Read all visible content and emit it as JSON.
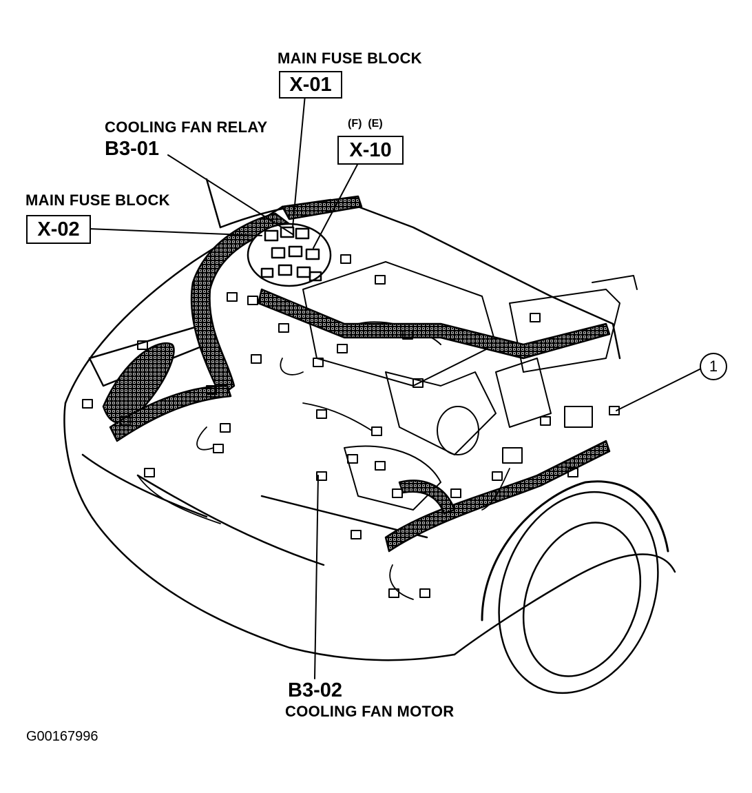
{
  "labels": {
    "main_fuse_block_top": "MAIN FUSE BLOCK",
    "x01": "X-01",
    "cooling_fan_relay": "COOLING FAN RELAY",
    "b301": "B3-01",
    "fe": "(F)  (E)",
    "x10": "X-10",
    "main_fuse_block_left": "MAIN FUSE BLOCK",
    "x02": "X-02",
    "callout_1": "1",
    "b302": "B3-02",
    "cooling_fan_motor": "COOLING FAN MOTOR",
    "figure_id": "G00167996"
  }
}
